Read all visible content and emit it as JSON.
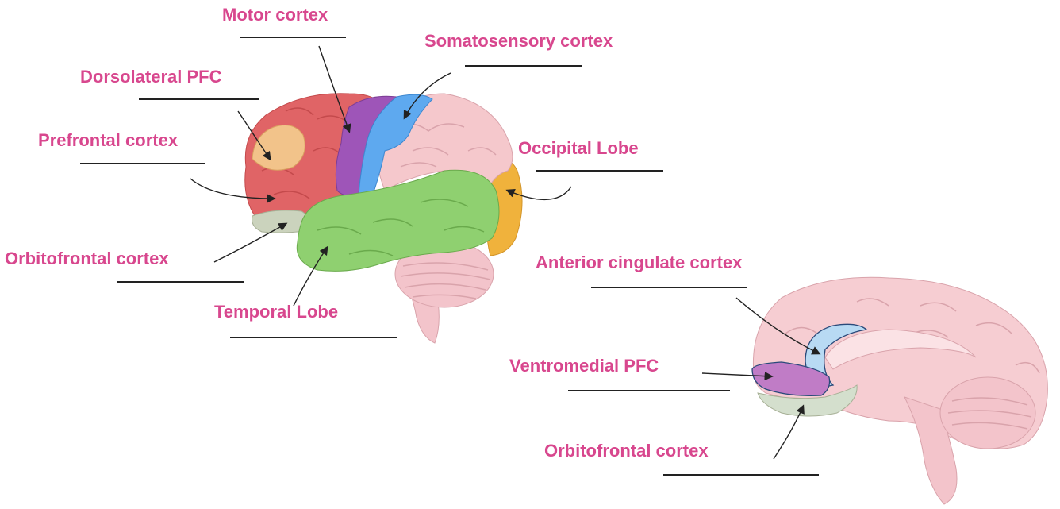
{
  "colors": {
    "label": "#d8478e",
    "prefrontal": "#e06466",
    "dorsolateral": "#f2c38a",
    "motor": "#9e55b8",
    "somatosensory": "#5ea9ef",
    "parietal": "#f5c8cc",
    "occipital": "#f0b23c",
    "temporal": "#8fd070",
    "orbitofrontal": "#cbd3bd",
    "cerebellum": "#f3c4cb",
    "medial_brain": "#f6cdd2",
    "anterior_cingulate": "#b8daf3",
    "ventromedial": "#c07cc6",
    "orbitofrontal_medial": "#d4dfcd"
  },
  "labels": {
    "motor_cortex": "Motor cortex",
    "somatosensory_cortex": "Somatosensory cortex",
    "dorsolateral_pfc": "Dorsolateral PFC",
    "prefrontal_cortex": "Prefrontal cortex",
    "occipital_lobe": "Occipital Lobe",
    "orbitofrontal_cortex_lateral": "Orbitofrontal cortex",
    "temporal_lobe": "Temporal Lobe",
    "anterior_cingulate_cortex": "Anterior cingulate cortex",
    "ventromedial_pfc": "Ventromedial PFC",
    "orbitofrontal_cortex_medial": "Orbitofrontal cortex"
  }
}
